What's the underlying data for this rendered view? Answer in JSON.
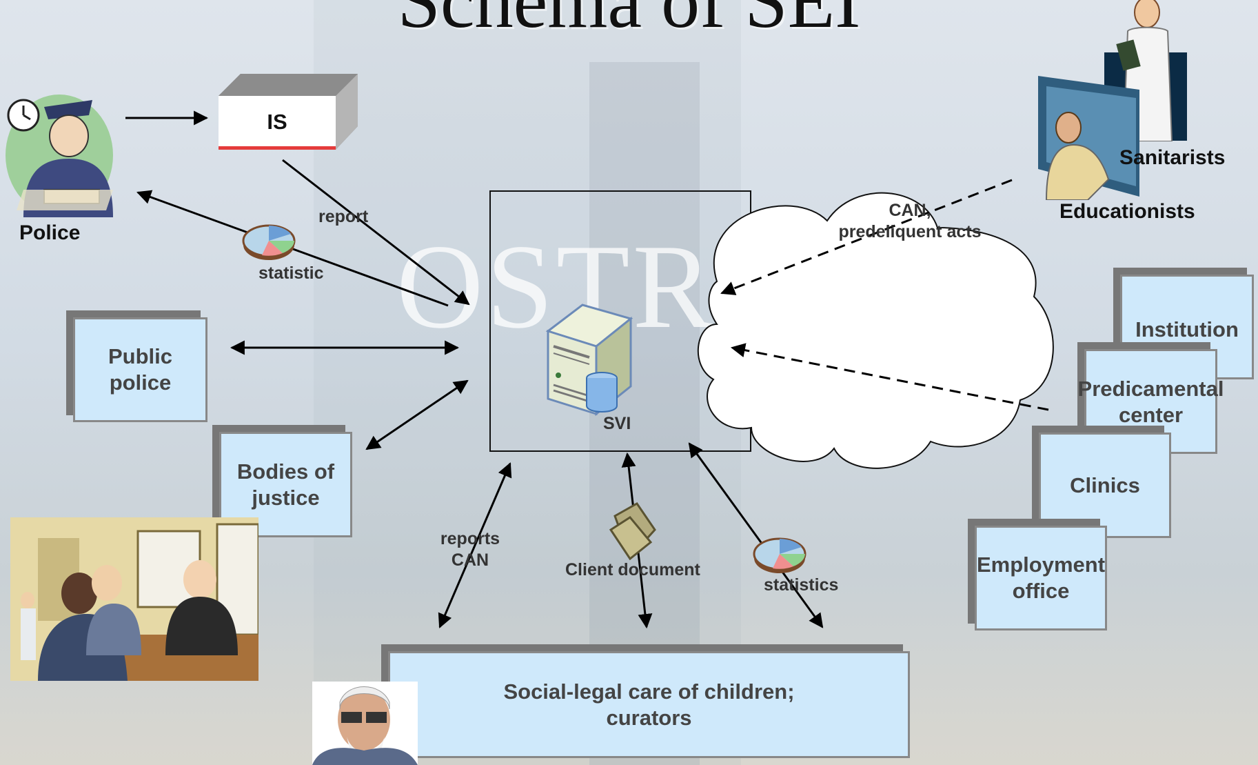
{
  "title": "Schema of  SEI",
  "background_word": "OSTRA",
  "actors": {
    "police": "Police",
    "sanitarists": "Sanitarists",
    "educationists": "Educationists"
  },
  "is_box": "IS",
  "center": {
    "label": "SVI"
  },
  "boxes": {
    "public_police": [
      "Public",
      "police"
    ],
    "bodies_of_justice": [
      "Bodies of",
      "justice"
    ],
    "institution": "Institution",
    "predicamental_center": [
      "Predicamental",
      "center"
    ],
    "clinics": "Clinics",
    "employment_office": [
      "Employment",
      "office"
    ],
    "social_care": [
      "Social-legal care of children;",
      "curators"
    ]
  },
  "edge_labels": {
    "report": "report",
    "statistic": "statistic",
    "can_predeliquent": [
      "CAN,",
      "predeliquent acts"
    ],
    "reports_can": [
      "reports",
      "CAN"
    ],
    "client_document": "Client document",
    "statistics": "statistics"
  },
  "icons": {
    "policeman": "policeman-clipart-icon",
    "doctor": "doctor-clipart-icon",
    "teacher": "teacher-clipart-icon",
    "server": "server-database-icon",
    "folder": "folder-icon",
    "pie": "pie-chart-icon",
    "court": "courtroom-clipart-icon",
    "curator": "curator-portrait-icon"
  }
}
